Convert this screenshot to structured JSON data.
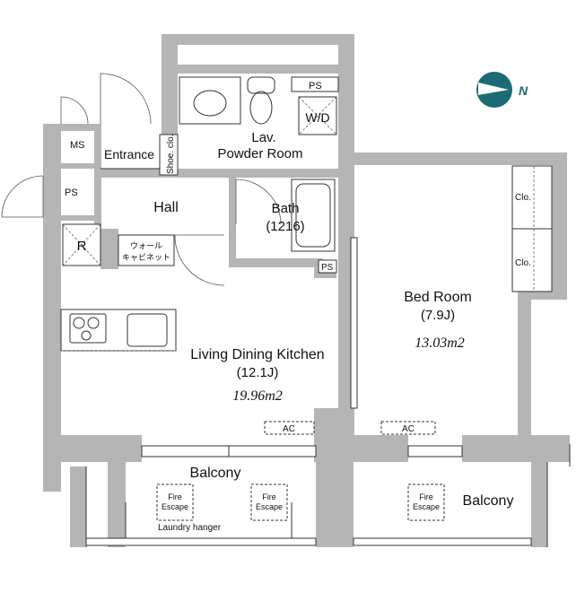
{
  "rooms": {
    "entrance": "Entrance",
    "shoe_closet": "Shoe. clo.",
    "ms": "MS",
    "ps_left": "PS",
    "ps_top": "PS",
    "ps_bath": "PS",
    "lavatory_line1": "Lav.",
    "lavatory_line2": "Powder Room",
    "washer": "W/D",
    "hall": "Hall",
    "bath": "Bath",
    "bath_size": "(1216)",
    "refrigerator": "R",
    "wall_cabinet_line1": "ウォール",
    "wall_cabinet_line2": "キャビネット",
    "ldk": "Living Dining Kitchen",
    "ldk_size": "(12.1J)",
    "ldk_area": "19.96m2",
    "bedroom": "Bed Room",
    "bedroom_size": "(7.9J)",
    "bedroom_area": "13.03m2",
    "closet_1": "Clo.",
    "closet_2": "Clo.",
    "ac_left": "AC",
    "ac_right": "AC",
    "balcony_left": "Balcony",
    "balcony_right": "Balcony",
    "fire_escape_1_line1": "Fire",
    "fire_escape_1_line2": "Escape",
    "fire_escape_2_line1": "Fire",
    "fire_escape_2_line2": "Escape",
    "fire_escape_3_line1": "Fire",
    "fire_escape_3_line2": "Escape",
    "laundry_hanger": "Laundry hanger"
  },
  "compass": {
    "label": "N",
    "color": "#1a6b74"
  },
  "colors": {
    "wall": "#b5b5b5",
    "line": "#333333"
  }
}
